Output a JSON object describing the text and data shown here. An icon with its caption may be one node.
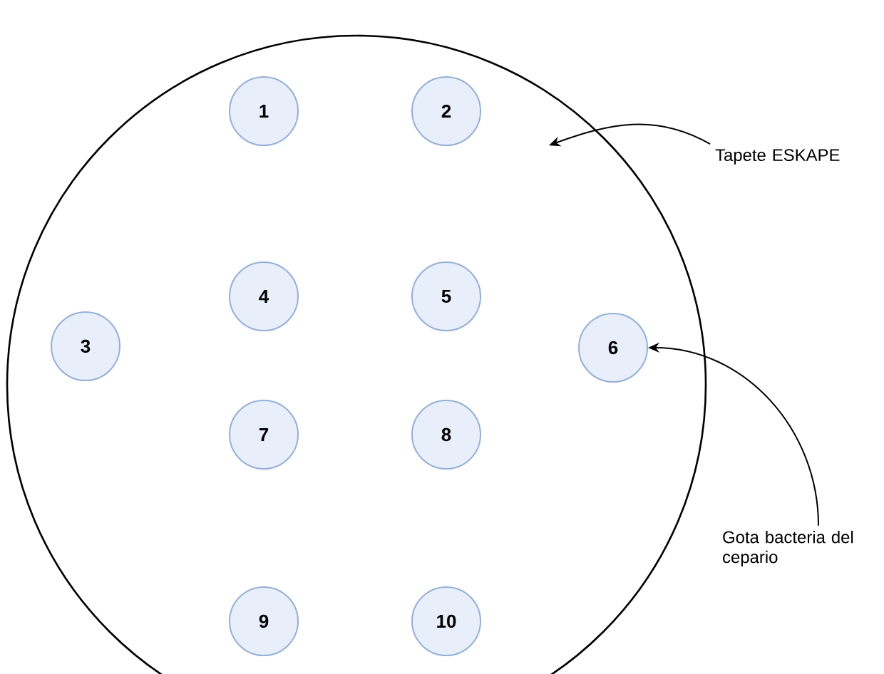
{
  "diagram": {
    "nodes": [
      {
        "text": [],
        "shape": "circle"
      },
      {
        "text": [
          "1"
        ],
        "in": 0
      },
      {
        "text": [
          "2"
        ],
        "in": 0
      },
      {
        "text": [
          "4"
        ],
        "in": 0
      },
      {
        "text": [
          "5"
        ],
        "in": 0
      },
      {
        "text": [
          "3"
        ],
        "in": 0
      },
      {
        "text": [
          "6"
        ],
        "in": 0
      },
      {
        "text": [
          "7"
        ],
        "in": 0
      },
      {
        "text": [
          "8"
        ],
        "in": 0
      },
      {
        "text": [
          "9"
        ],
        "in": 0
      },
      {
        "text": [
          "10"
        ],
        "in": 0
      },
      {
        "text": [
          "Tapete ESKAPE"
        ]
      },
      {
        "text": [
          "Gota bacteria del cepario"
        ]
      }
    ],
    "edges": [
      {
        "from": 11,
        "to": 0,
        "arrow": "to"
      },
      {
        "from": 12,
        "to": 6,
        "arrow": "to"
      }
    ]
  }
}
